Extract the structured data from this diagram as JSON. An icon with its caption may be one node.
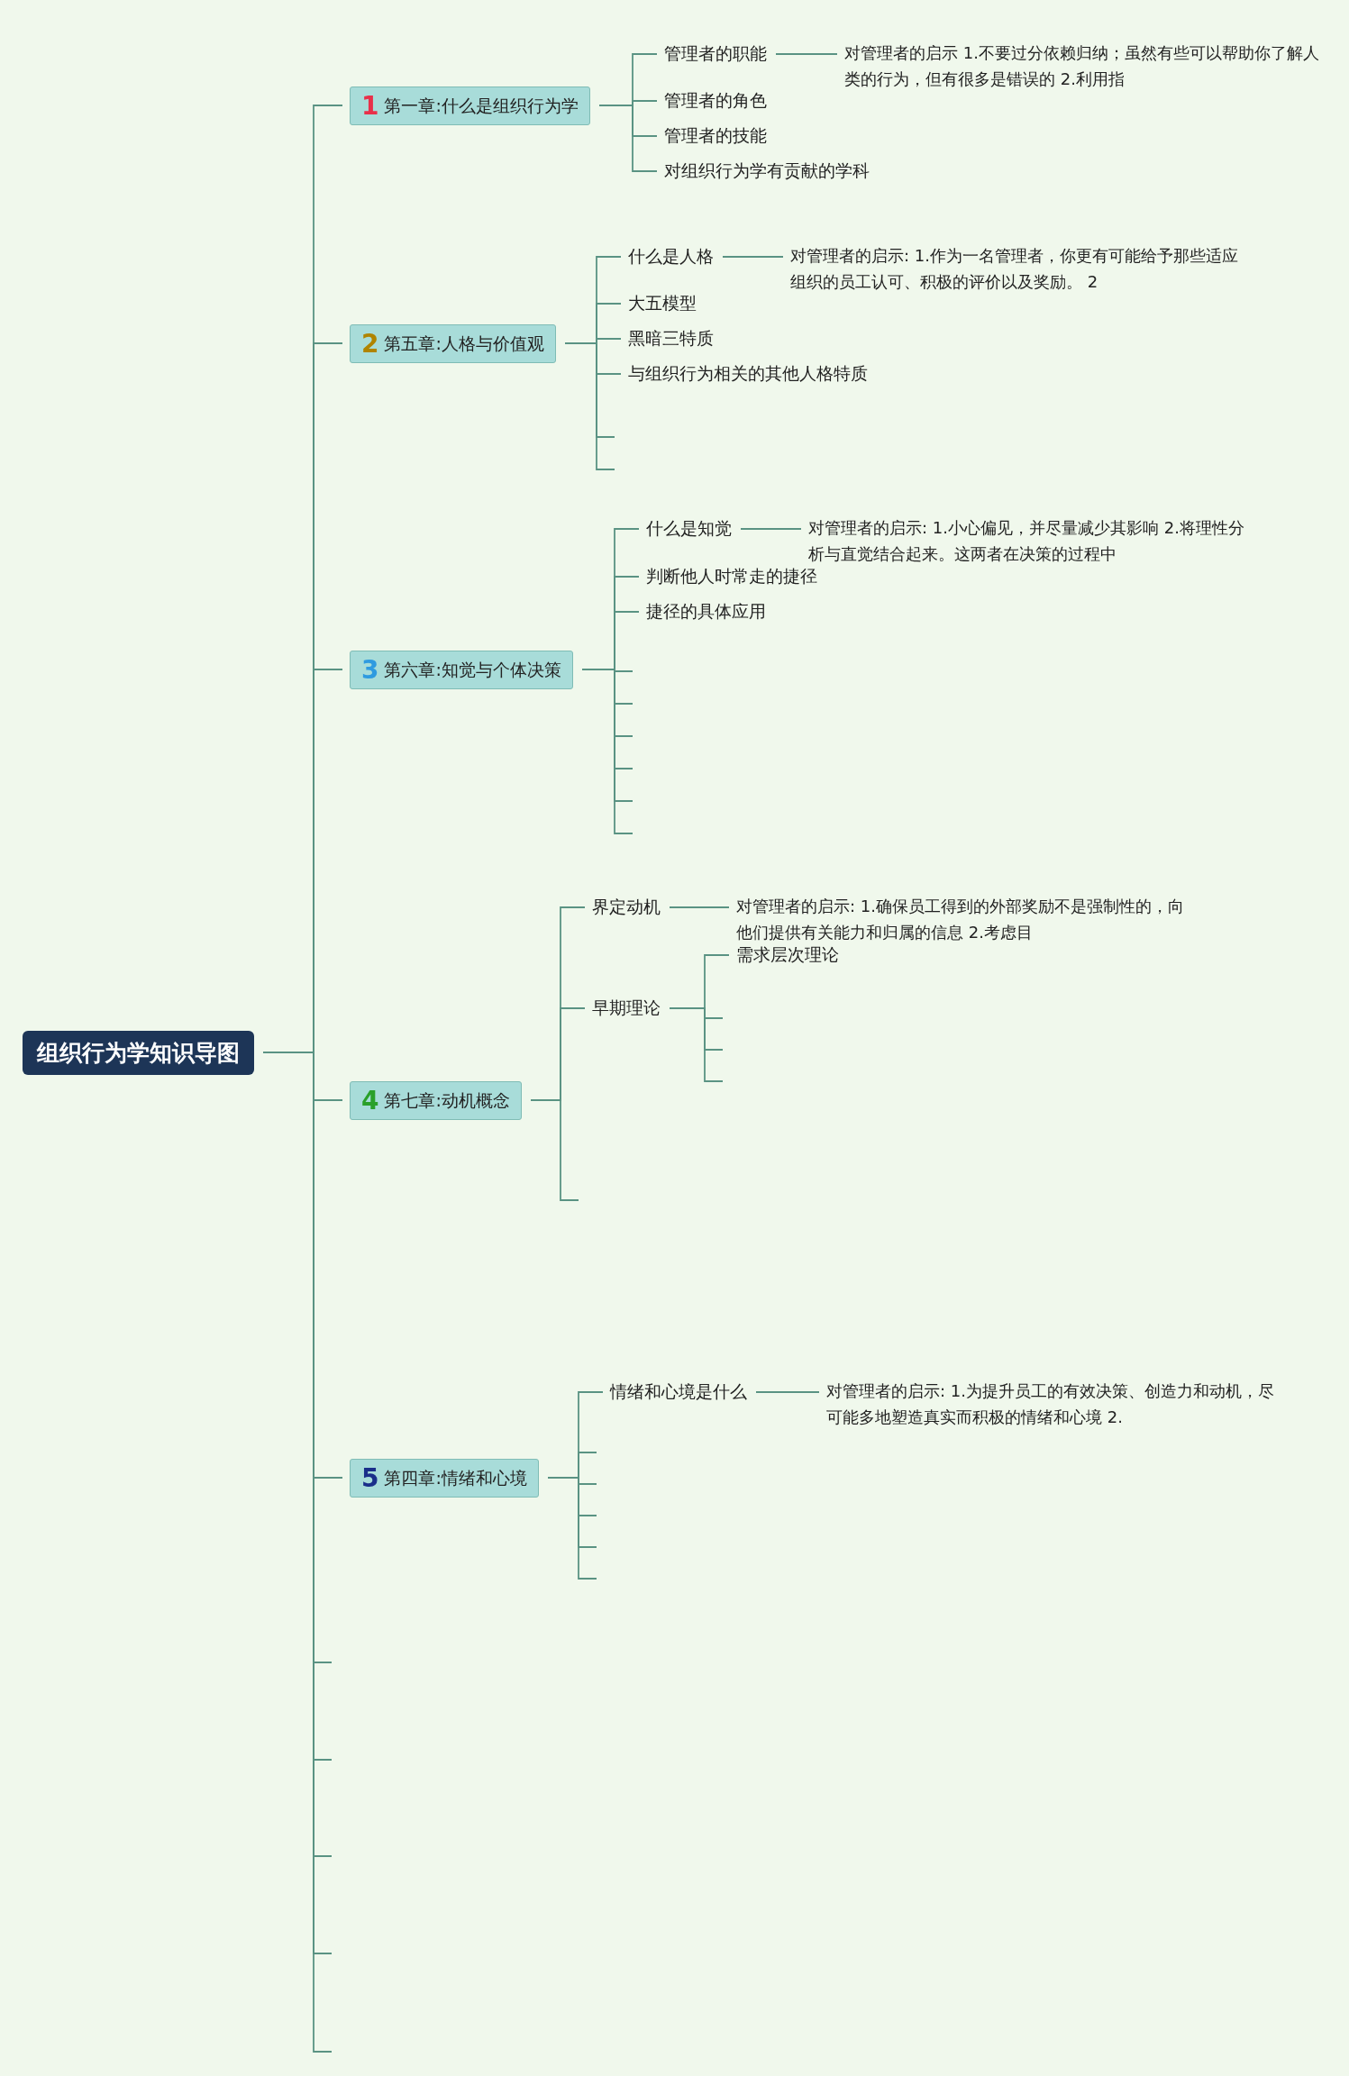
{
  "diagram": {
    "nodes": [
      {
        "text": [
          "组织行为学知识导图"
        ]
      },
      {
        "text": [
          "1",
          "第一章:什么是组织行为学"
        ]
      },
      {
        "text": [
          "管理者的职能"
        ]
      },
      {
        "text": [
          "对管理者的启示 1.不要过分依赖归纳；虽然有些可以帮助你了解人类的行为，但有很多是错误的 2.利用指"
        ]
      },
      {
        "text": [
          "管理者的角色"
        ]
      },
      {
        "text": [
          "管理者的技能"
        ]
      },
      {
        "text": [
          "对组织行为学有贡献的学科"
        ]
      },
      {
        "text": [
          "2",
          "第五章:人格与价值观"
        ]
      },
      {
        "text": [
          "什么是人格"
        ]
      },
      {
        "text": [
          "对管理者的启示: 1.作为一名管理者，你更有可能给予那些适应组织的员工认可、积极的评价以及奖励。 2"
        ]
      },
      {
        "text": [
          "大五模型"
        ]
      },
      {
        "text": [
          "黑暗三特质"
        ]
      },
      {
        "text": [
          "与组织行为相关的其他人格特质"
        ]
      },
      {
        "text": [
          "3",
          "第六章:知觉与个体决策"
        ]
      },
      {
        "text": [
          "什么是知觉"
        ]
      },
      {
        "text": [
          "对管理者的启示: 1.小心偏见，并尽量减少其影响 2.将理性分析与直觉结合起来。这两者在决策的过程中"
        ]
      },
      {
        "text": [
          "判断他人时常走的捷径"
        ]
      },
      {
        "text": [
          "捷径的具体应用"
        ]
      },
      {
        "text": [
          "4",
          "第七章:动机概念"
        ]
      },
      {
        "text": [
          "界定动机"
        ]
      },
      {
        "text": [
          "对管理者的启示: 1.确保员工得到的外部奖励不是强制性的，向他们提供有关能力和归属的信息 2.考虑目"
        ]
      },
      {
        "text": [
          "早期理论"
        ]
      },
      {
        "text": [
          "需求层次理论"
        ]
      },
      {
        "text": [
          "5",
          "第四章:情绪和心境"
        ]
      },
      {
        "text": [
          "情绪和心境是什么"
        ]
      },
      {
        "text": [
          "对管理者的启示: 1.为提升员工的有效决策、创造力和动机，尽可能多地塑造真实而积极的情绪和心境 2."
        ]
      }
    ],
    "edges": [
      {
        "from": 0,
        "to": 1,
        "arrow": "none"
      },
      {
        "from": 1,
        "to": 2,
        "arrow": "none"
      },
      {
        "from": 2,
        "to": 3,
        "arrow": "none"
      },
      {
        "from": 1,
        "to": 4,
        "arrow": "none"
      },
      {
        "from": 1,
        "to": 5,
        "arrow": "none"
      },
      {
        "from": 1,
        "to": 6,
        "arrow": "none"
      },
      {
        "from": 0,
        "to": 7,
        "arrow": "none"
      },
      {
        "from": 7,
        "to": 8,
        "arrow": "none"
      },
      {
        "from": 8,
        "to": 9,
        "arrow": "none"
      },
      {
        "from": 7,
        "to": 10,
        "arrow": "none"
      },
      {
        "from": 7,
        "to": 11,
        "arrow": "none"
      },
      {
        "from": 7,
        "to": 12,
        "arrow": "none"
      },
      {
        "from": 7,
        "to": null,
        "arrow": "none"
      },
      {
        "from": 7,
        "to": null,
        "arrow": "none"
      },
      {
        "from": 0,
        "to": 13,
        "arrow": "none"
      },
      {
        "from": 13,
        "to": 14,
        "arrow": "none"
      },
      {
        "from": 14,
        "to": 15,
        "arrow": "none"
      },
      {
        "from": 13,
        "to": 16,
        "arrow": "none"
      },
      {
        "from": 13,
        "to": 17,
        "arrow": "none"
      },
      {
        "from": 13,
        "to": null,
        "arrow": "none"
      },
      {
        "from": 13,
        "to": null,
        "arrow": "none"
      },
      {
        "from": 13,
        "to": null,
        "arrow": "none"
      },
      {
        "from": 13,
        "to": null,
        "arrow": "none"
      },
      {
        "from": 13,
        "to": null,
        "arrow": "none"
      },
      {
        "from": 13,
        "to": null,
        "arrow": "none"
      },
      {
        "from": 0,
        "to": 18,
        "arrow": "none"
      },
      {
        "from": 18,
        "to": 19,
        "arrow": "none"
      },
      {
        "from": 19,
        "to": 20,
        "arrow": "none"
      },
      {
        "from": 18,
        "to": 21,
        "arrow": "none"
      },
      {
        "from": 21,
        "to": 22,
        "arrow": "none"
      },
      {
        "from": 21,
        "to": null,
        "arrow": "none"
      },
      {
        "from": 21,
        "to": null,
        "arrow": "none"
      },
      {
        "from": 21,
        "to": null,
        "arrow": "none"
      },
      {
        "from": 18,
        "to": null,
        "arrow": "none"
      },
      {
        "from": 0,
        "to": 23,
        "arrow": "none"
      },
      {
        "from": 23,
        "to": 24,
        "arrow": "none"
      },
      {
        "from": 24,
        "to": 25,
        "arrow": "none"
      },
      {
        "from": 23,
        "to": null,
        "arrow": "none"
      },
      {
        "from": 23,
        "to": null,
        "arrow": "none"
      },
      {
        "from": 23,
        "to": null,
        "arrow": "none"
      },
      {
        "from": 23,
        "to": null,
        "arrow": "none"
      },
      {
        "from": 23,
        "to": null,
        "arrow": "none"
      },
      {
        "from": 0,
        "to": null,
        "arrow": "none"
      },
      {
        "from": 0,
        "to": null,
        "arrow": "none"
      },
      {
        "from": 0,
        "to": null,
        "arrow": "none"
      },
      {
        "from": 0,
        "to": null,
        "arrow": "none"
      },
      {
        "from": 0,
        "to": null,
        "arrow": "none"
      }
    ]
  }
}
